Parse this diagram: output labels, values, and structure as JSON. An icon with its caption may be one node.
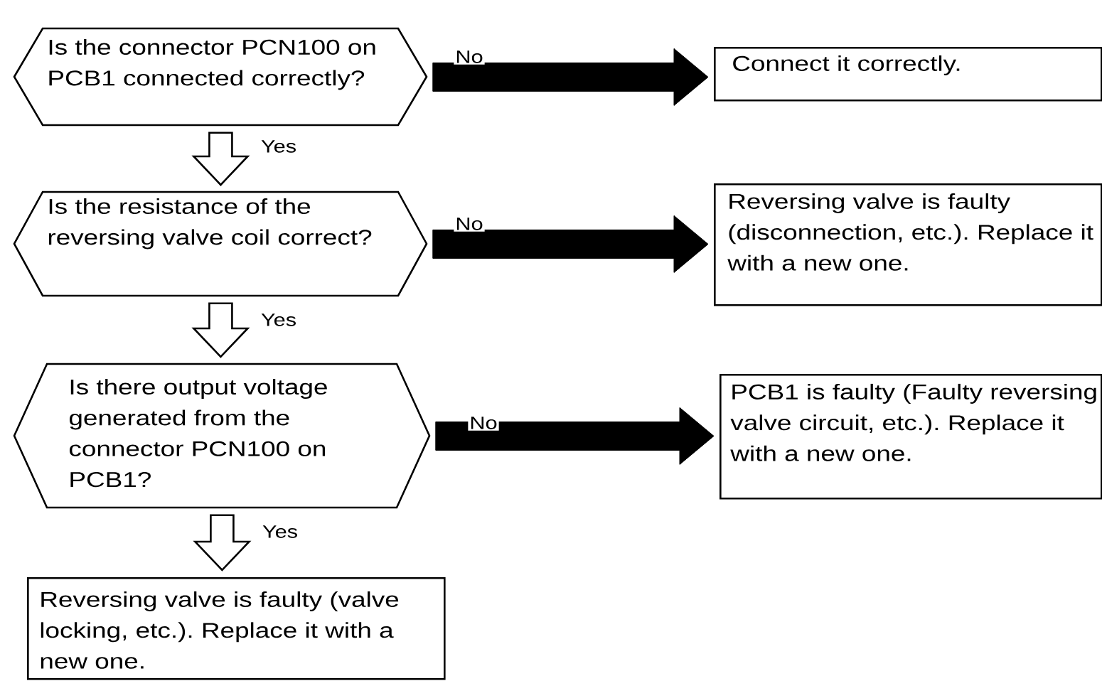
{
  "diagram": {
    "nodes": [
      {
        "text": [
          "Is the connector PCN100 on PCB1 connected correctly?"
        ]
      },
      {
        "text": [
          "Connect it correctly."
        ]
      },
      {
        "text": [
          "Is the resistance of the reversing valve coil correct?"
        ]
      },
      {
        "text": [
          "Reversing valve is faulty (disconnection, etc.). Replace it with a new one."
        ]
      },
      {
        "text": [
          "Is there output voltage generated from the connector PCN100 on PCB1?"
        ]
      },
      {
        "text": [
          "PCB1 is faulty (Faulty reversing valve circuit, etc.). Replace it with a new one."
        ]
      },
      {
        "text": [
          "Reversing valve is faulty (valve locking, etc.). Replace it with a new one."
        ]
      }
    ],
    "edges": [
      {
        "from": 0,
        "to": 1,
        "arrow": "to",
        "label": "No",
        "style": "thick"
      },
      {
        "from": 0,
        "to": 2,
        "arrow": "to",
        "label": "Yes"
      },
      {
        "from": 2,
        "to": 3,
        "arrow": "to",
        "label": "No",
        "style": "thick"
      },
      {
        "from": 2,
        "to": 4,
        "arrow": "to",
        "label": "Yes"
      },
      {
        "from": 4,
        "to": 5,
        "arrow": "to",
        "label": "No",
        "style": "thick"
      },
      {
        "from": 4,
        "to": 6,
        "arrow": "to",
        "label": "Yes"
      }
    ]
  }
}
